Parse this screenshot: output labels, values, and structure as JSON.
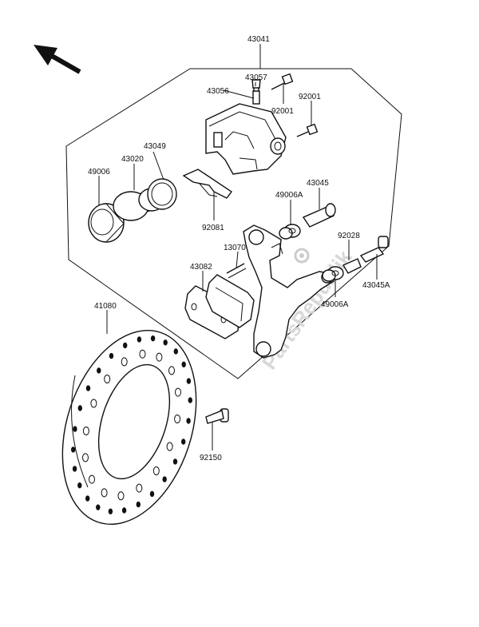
{
  "labels": {
    "p43041": "43041",
    "p43057": "43057",
    "p43056": "43056",
    "p92001a": "92001",
    "p92001b": "92001",
    "p43049": "43049",
    "p43020": "43020",
    "p49006": "49006",
    "p43045": "43045",
    "p49006A_top": "49006A",
    "p92081": "92081",
    "p92028": "92028",
    "p13070": "13070",
    "p43082": "43082",
    "p43045A": "43045A",
    "p49006A_bot": "49006A",
    "p41080": "41080",
    "p92150": "92150"
  },
  "watermark": "PartsRepublik"
}
